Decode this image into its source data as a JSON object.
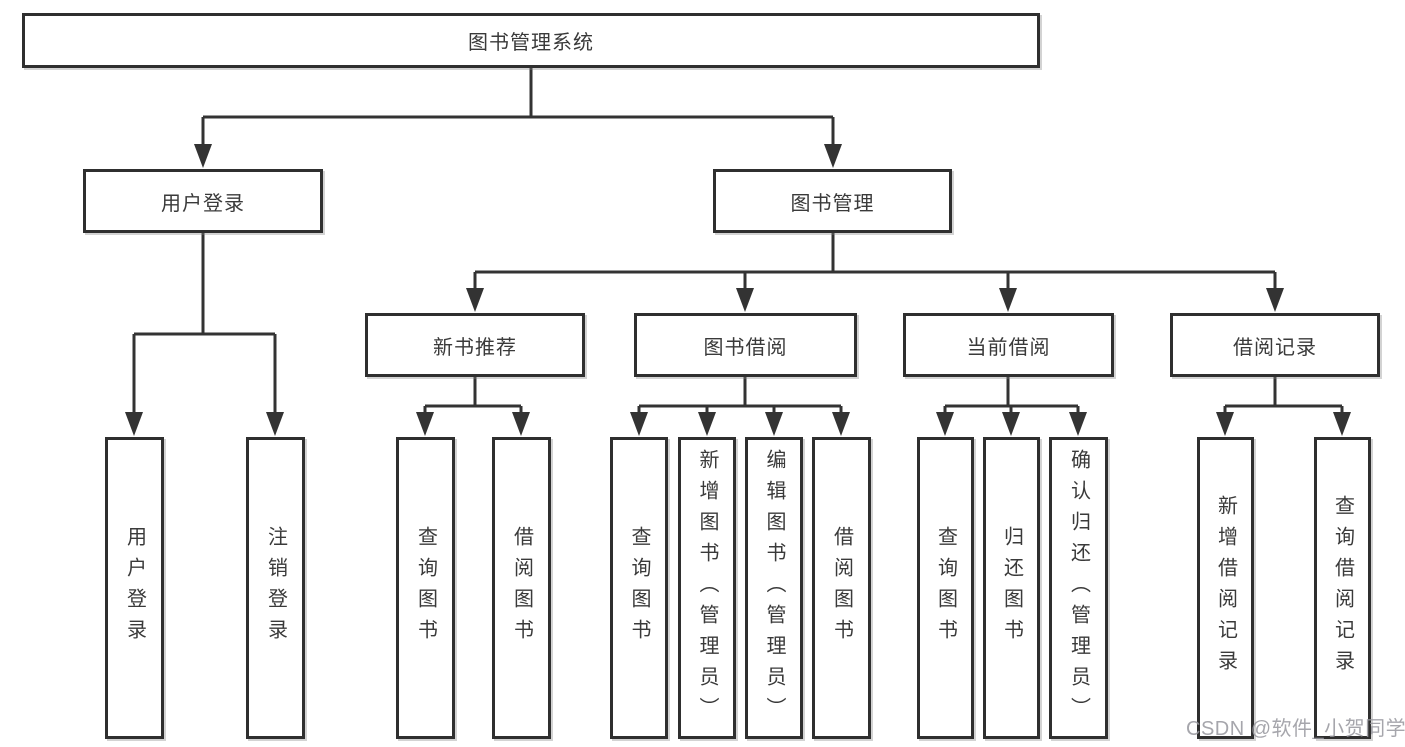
{
  "nodes": {
    "root": "图书管理系统",
    "user_login": "用户登录",
    "book_management": "图书管理",
    "new_book_recommend": "新书推荐",
    "book_borrow": "图书借阅",
    "current_borrow": "当前借阅",
    "borrow_records": "借阅记录",
    "leaf_user_login": "用户登录",
    "leaf_logout": "注销登录",
    "leaf_recommend_query": "查询图书",
    "leaf_recommend_borrow": "借阅图书",
    "leaf_borrow_query": "查询图书",
    "leaf_borrow_add": "新增图书（管理员）",
    "leaf_borrow_edit": "编辑图书（管理员）",
    "leaf_borrow_do": "借阅图书",
    "leaf_current_query": "查询图书",
    "leaf_current_return": "归还图书",
    "leaf_current_confirm": "确认归还（管理员）",
    "leaf_records_add": "新增借阅记录",
    "leaf_records_query": "查询借阅记录"
  },
  "hierarchy": {
    "图书管理系统": {
      "用户登录": [
        "用户登录",
        "注销登录"
      ],
      "图书管理": {
        "新书推荐": [
          "查询图书",
          "借阅图书"
        ],
        "图书借阅": [
          "查询图书",
          "新增图书（管理员）",
          "编辑图书（管理员）",
          "借阅图书"
        ],
        "当前借阅": [
          "查询图书",
          "归还图书",
          "确认归还（管理员）"
        ],
        "借阅记录": [
          "新增借阅记录",
          "查询借阅记录"
        ]
      }
    }
  },
  "watermark": {
    "text": "CSDN @软件_小贺同学"
  },
  "colors": {
    "line": "#333333",
    "box_border": "#2f2f2f",
    "text": "#3a3a3a",
    "background": "#ffffff",
    "watermark": "#96969e"
  }
}
